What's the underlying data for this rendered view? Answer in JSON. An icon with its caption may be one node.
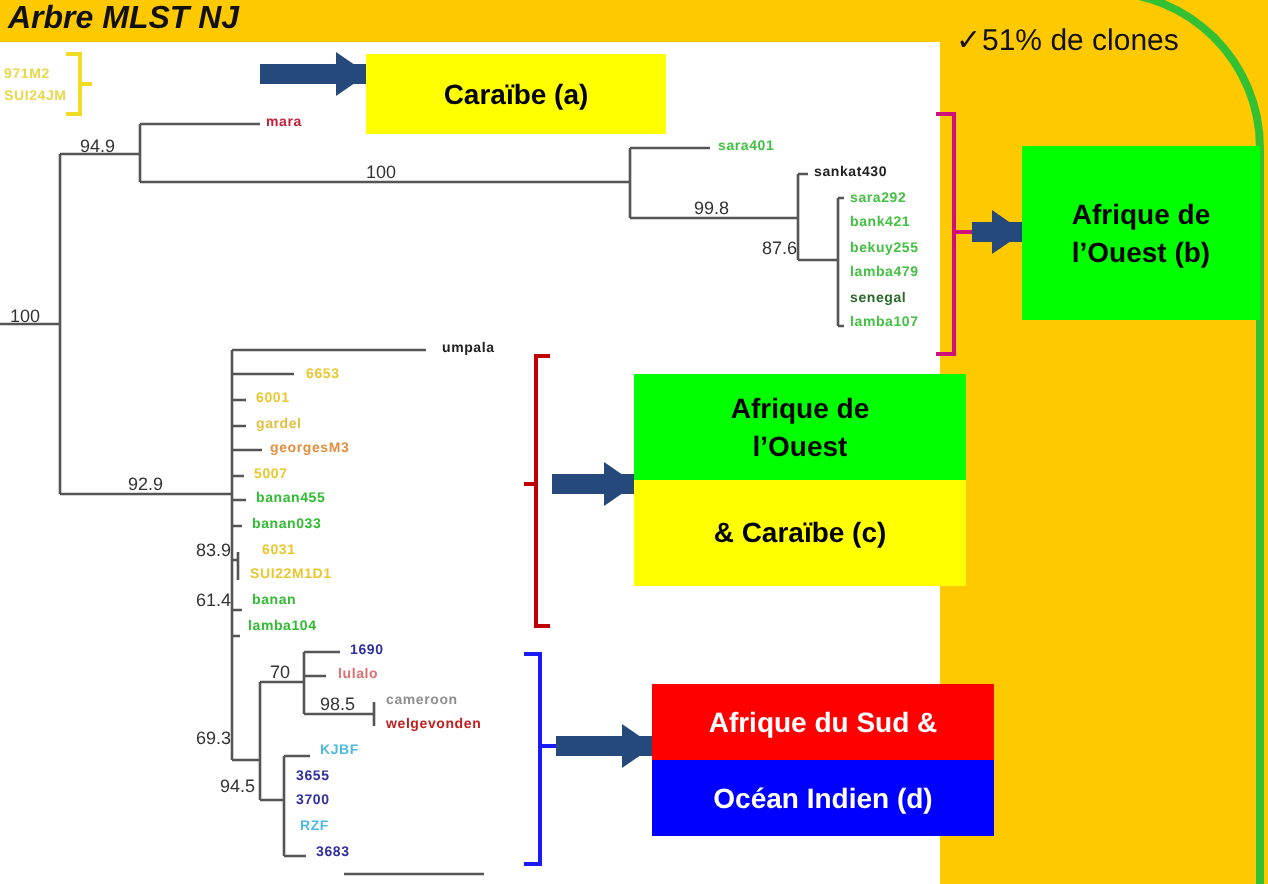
{
  "diagram": {
    "title": "Arbre MLST NJ",
    "nodes": [
      {
        "text": [
          "Caraïbe (a)"
        ]
      },
      {
        "text": [],
        "shape": "bracket"
      },
      {
        "text": [
          "Afrique de l’Ouest (b)"
        ]
      },
      {
        "text": [],
        "shape": "bracket"
      },
      {
        "text": [
          "Afrique de l’Ouest",
          "& Caraïbe (c)"
        ]
      },
      {
        "text": [],
        "shape": "bracket"
      },
      {
        "text": [
          "Afrique du Sud &",
          "Océan Indien (d)"
        ]
      }
    ],
    "edges": [
      {
        "from": null,
        "to": 0,
        "arrow": "to"
      },
      {
        "from": 1,
        "to": 2,
        "arrow": "to"
      },
      {
        "from": 3,
        "to": 4,
        "arrow": "to"
      },
      {
        "from": 5,
        "to": 6,
        "arrow": "to"
      }
    ],
    "labels": [
      "✓51% de clones",
      "971M2",
      "SUI24JM",
      "mara",
      "94.9",
      "100",
      "sara401",
      "sankat430",
      "99.8",
      "sara292",
      "bank421",
      "87.6",
      "bekuy255",
      "lamba479",
      "senegal",
      "lamba107",
      "100",
      "umpala",
      "6653",
      "6001",
      "gardel",
      "georgesM3",
      "5007",
      "92.9",
      "banan455",
      "banan033",
      "83.9",
      "6031",
      "SUI22M1D1",
      "61.4",
      "banan",
      "lamba104",
      "1690",
      "70",
      "lulalo",
      "98.5",
      "cameroon",
      "welgevonden",
      "69.3",
      "KJBF",
      "3655",
      "94.5",
      "3700",
      "RZF",
      "3683"
    ]
  }
}
